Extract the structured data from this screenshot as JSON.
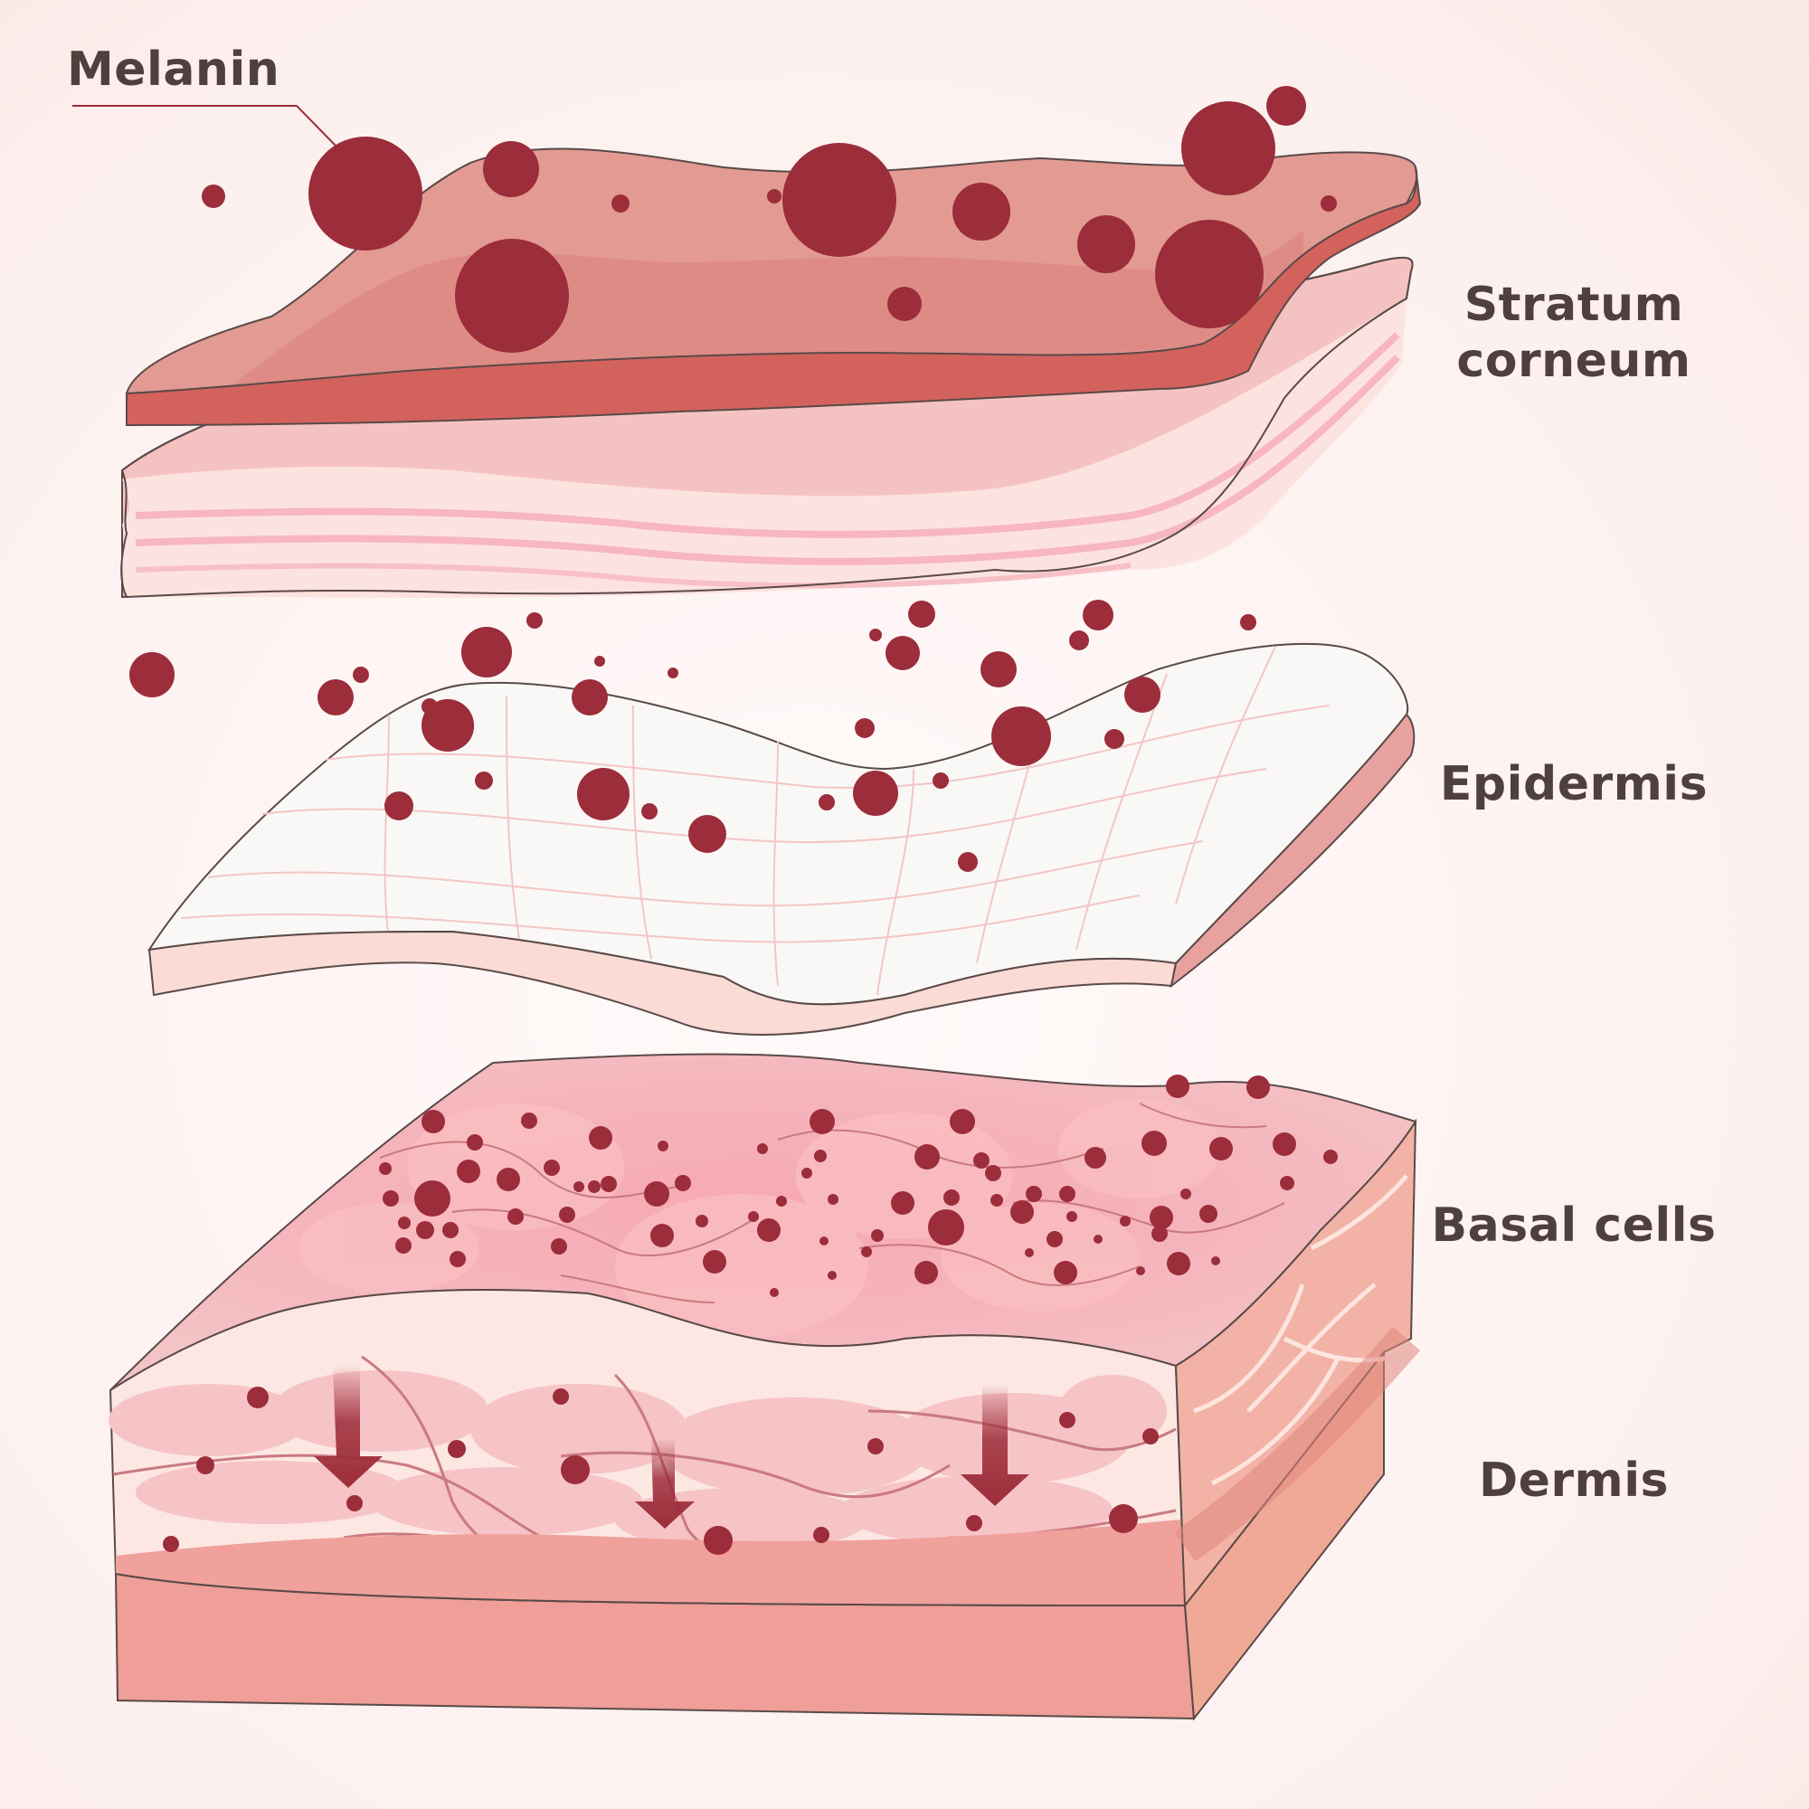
{
  "labels": {
    "melanin": "Melanin",
    "stratum_corneum": "Stratum\ncorneum",
    "epidermis": "Epidermis",
    "basal_cells": "Basal cells",
    "dermis": "Dermis"
  },
  "colors": {
    "melanin": "#9c2d3a",
    "background": "#fcf0ee",
    "label_text": "#4f403e"
  }
}
